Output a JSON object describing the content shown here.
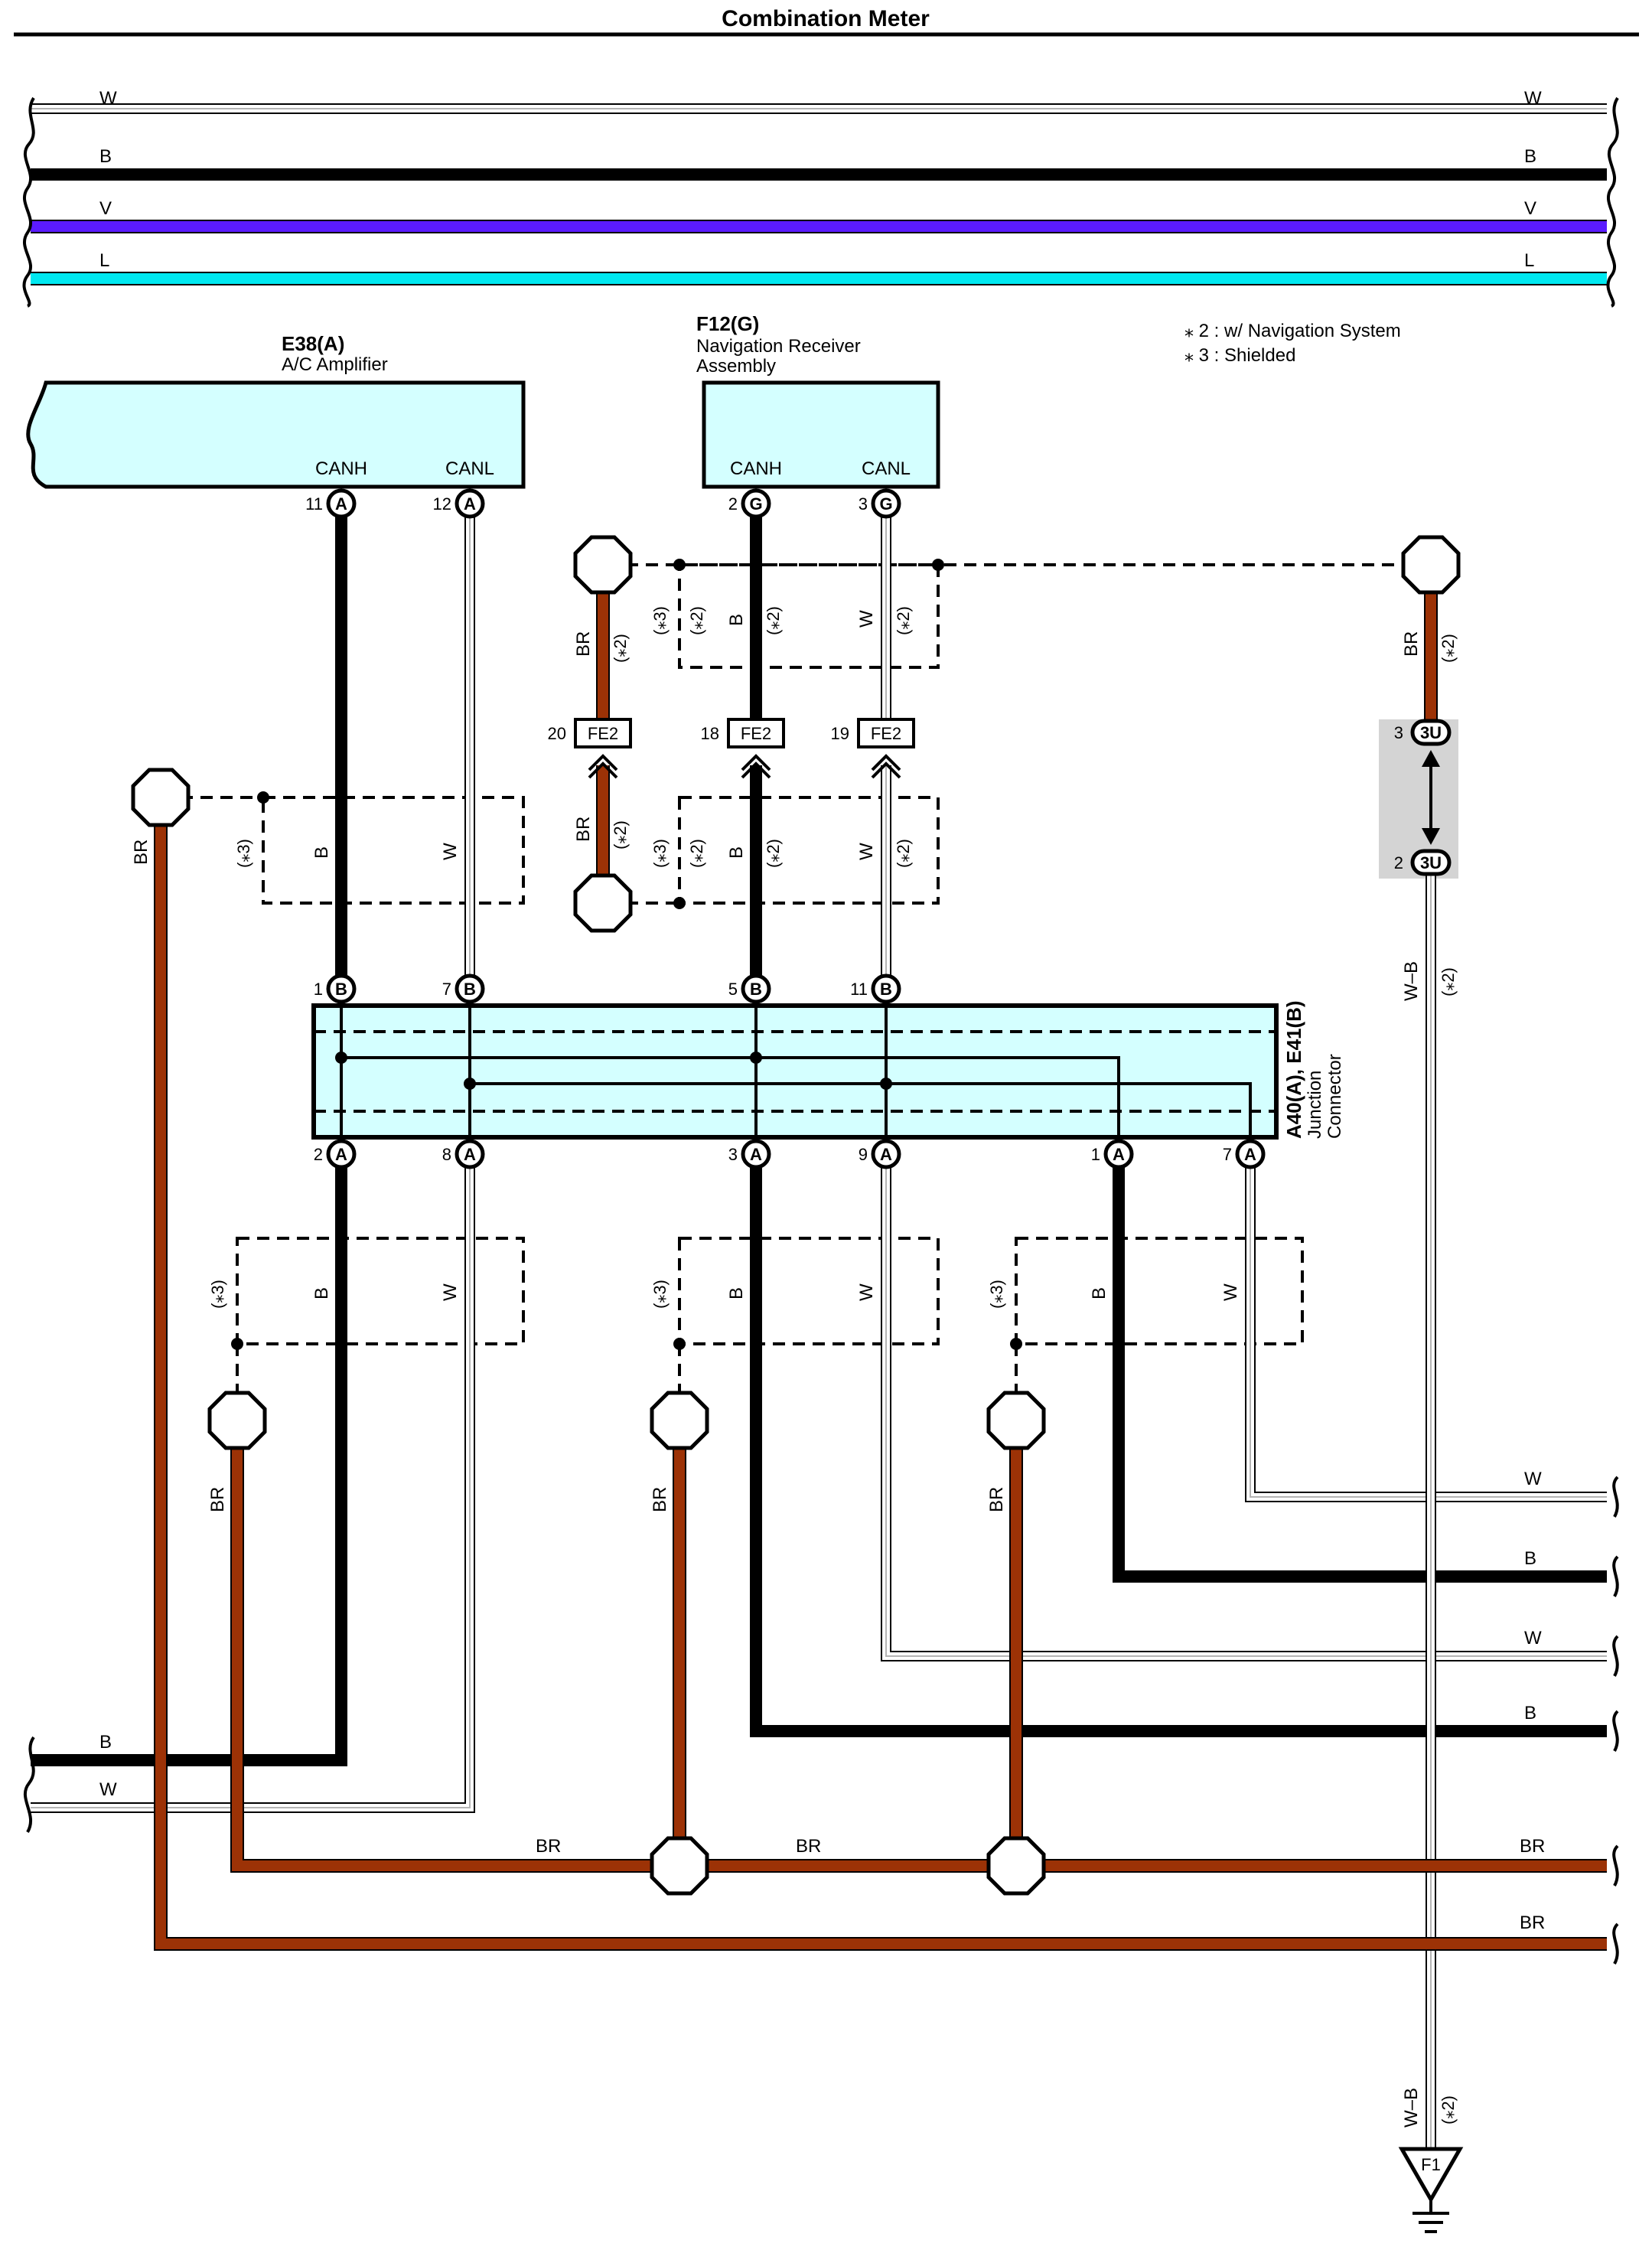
{
  "title": "Combination Meter",
  "notes": [
    "⁎ 2 : w/ Navigation System",
    "⁎ 3 : Shielded"
  ],
  "colors": {
    "white_wire": "#b4b4b4",
    "black_wire": "#000000",
    "violet_wire": "#5b1bff",
    "blue_wire": "#00e8f0",
    "brown_wire": "#9c3206",
    "box_fill": "#d4ffff"
  },
  "top_bus": [
    {
      "color": "W"
    },
    {
      "color": "B"
    },
    {
      "color": "V"
    },
    {
      "color": "L"
    }
  ],
  "ac_amplifier": {
    "code": "E38(A)",
    "name": "A/C Amplifier",
    "pins": [
      {
        "label": "CANH",
        "num": "11",
        "conn": "A"
      },
      {
        "label": "CANL",
        "num": "12",
        "conn": "A"
      }
    ]
  },
  "nav_receiver": {
    "code": "F12(G)",
    "name_line1": "Navigation Receiver",
    "name_line2": "Assembly",
    "pins": [
      {
        "label": "CANH",
        "num": "2",
        "conn": "G"
      },
      {
        "label": "CANL",
        "num": "3",
        "conn": "G"
      }
    ]
  },
  "junction": {
    "code": "A40(A), E41(B)",
    "name_line1": "Junction",
    "name_line2": "Connector",
    "top_pins": [
      {
        "num": "1",
        "conn": "B"
      },
      {
        "num": "7",
        "conn": "B"
      },
      {
        "num": "5",
        "conn": "B"
      },
      {
        "num": "11",
        "conn": "B"
      }
    ],
    "bottom_pins": [
      {
        "num": "2",
        "conn": "A"
      },
      {
        "num": "8",
        "conn": "A"
      },
      {
        "num": "3",
        "conn": "A"
      },
      {
        "num": "9",
        "conn": "A"
      },
      {
        "num": "1",
        "conn": "A"
      },
      {
        "num": "7",
        "conn": "A"
      }
    ]
  },
  "fe2_connectors": [
    {
      "num": "20",
      "label": "FE2"
    },
    {
      "num": "18",
      "label": "FE2"
    },
    {
      "num": "19",
      "label": "FE2"
    }
  ],
  "connector_3u": {
    "label": "3U",
    "pins": [
      "3",
      "2"
    ]
  },
  "ground": {
    "label": "F1"
  },
  "wire_labels": {
    "br": "BR",
    "b": "B",
    "w": "W",
    "wb": "W–B",
    "s2": "(⁎2)",
    "s3": "(⁎3)"
  },
  "right_outputs": [
    "W",
    "B",
    "W",
    "B",
    "BR",
    "BR"
  ],
  "left_outputs": [
    "B",
    "W"
  ],
  "bottom_bus_labels": [
    "BR",
    "BR"
  ]
}
